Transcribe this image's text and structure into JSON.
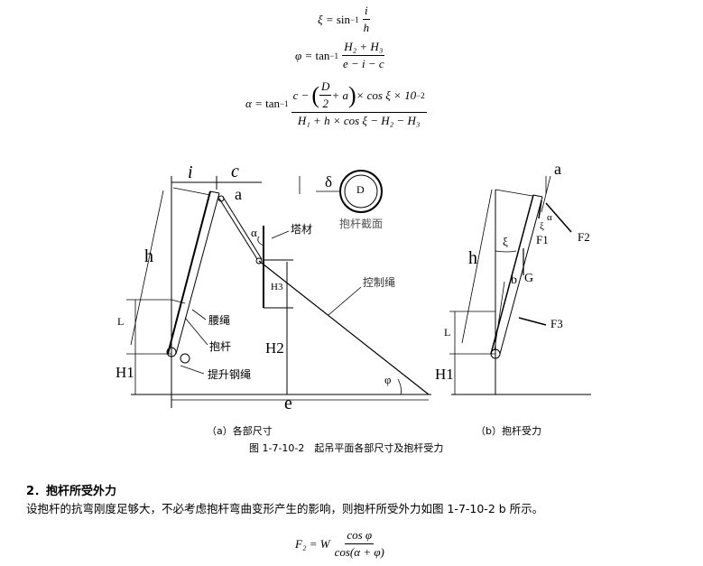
{
  "formulas": {
    "xi": {
      "lhs": "ξ",
      "fn": "sin",
      "inv": "−1",
      "num": "i",
      "den": "h"
    },
    "phi": {
      "lhs": "φ",
      "fn": "tan",
      "inv": "−1",
      "num": "H₂ + H₃",
      "den": "e − i − c"
    },
    "alpha": {
      "lhs": "α",
      "fn": "tan",
      "inv": "−1",
      "num_pre": "c −",
      "num_d": "D",
      "num_2": "2",
      "num_a": "+ a",
      "num_post": "× cos ξ × 10",
      "num_exp": "−2",
      "den": "H₁ + h × cos ξ − H₂ − H₃"
    },
    "f2": {
      "lhs": "F₂",
      "w": "W",
      "num": "cos φ",
      "den": "cos(α + φ)"
    }
  },
  "diagram_a": {
    "labels": {
      "i": "i",
      "c": "c",
      "a": "a",
      "h": "h",
      "L": "L",
      "H1": "H1",
      "H2": "H2",
      "H3": "H3",
      "e": "e",
      "alpha": "α",
      "phi": "φ",
      "delta": "δ",
      "D": "D",
      "tower": "塔材",
      "section": "抱杆截面",
      "control_rope": "控制绳",
      "waist_rope": "腰绳",
      "pole": "抱杆",
      "lift_rope": "提升钢绳"
    },
    "caption": "（a）各部尺寸"
  },
  "diagram_b": {
    "labels": {
      "a": "a",
      "h": "h",
      "L": "L",
      "H1": "H1",
      "xi": "ξ",
      "xi2": "ξ",
      "alpha": "α",
      "F1": "F1",
      "F2": "F2",
      "F3": "F3",
      "G": "G",
      "b": "b"
    },
    "caption": "（b）抱杆受力"
  },
  "figure_caption": "图 1-7-10-2　起吊平面各部尺寸及抱杆受力",
  "section": {
    "heading": "2．抱杆所受外力",
    "body": "设抱杆的抗弯刚度足够大，不必考虑抱杆弯曲变形产生的影响，则抱杆所受外力如图 1-7-10-2 b 所示。"
  }
}
